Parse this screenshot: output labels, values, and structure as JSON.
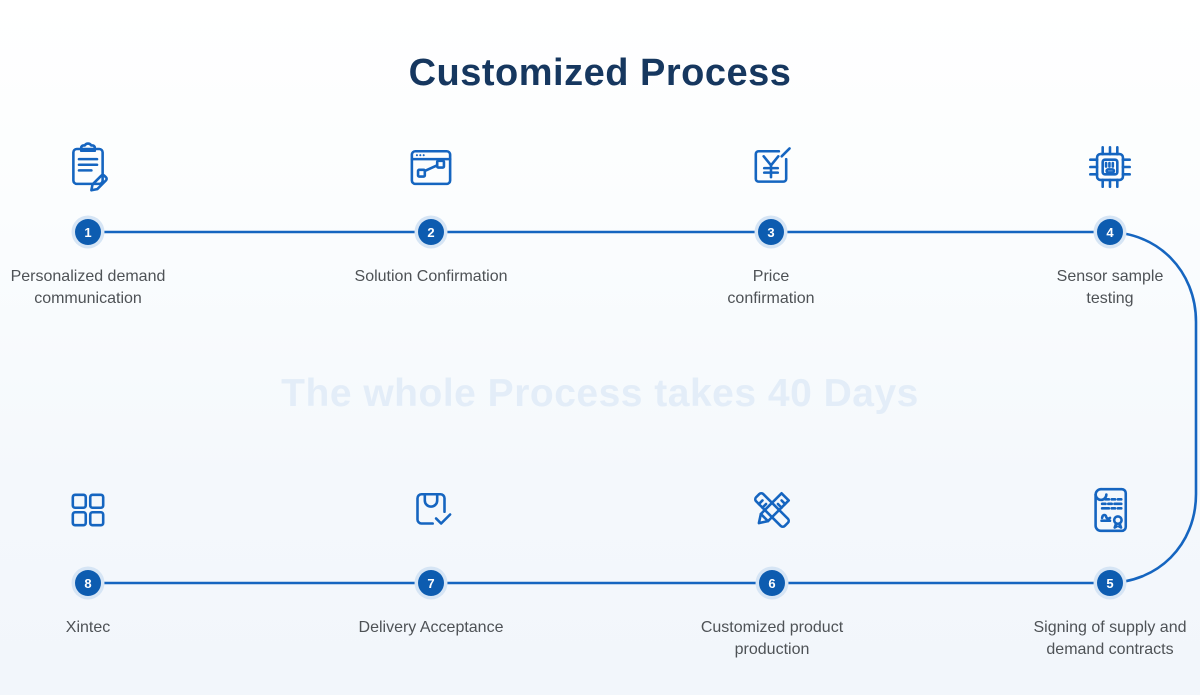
{
  "title": "Customized Process",
  "watermark": "The whole Process takes 40 Days",
  "colors": {
    "accent": "#1565c0",
    "circle": "#0d5cb0",
    "halo": "#d6e5f5",
    "title": "#16375f",
    "label": "#4e5256",
    "watermark": "#e3edf8"
  },
  "steps": [
    {
      "number": "1",
      "icon": "clipboard-edit-icon",
      "lines": [
        "Personalized demand",
        "communication"
      ]
    },
    {
      "number": "2",
      "icon": "browser-trend-icon",
      "lines": [
        "Solution Confirmation"
      ]
    },
    {
      "number": "3",
      "icon": "yuan-price-edit-icon",
      "lines": [
        "Price",
        "confirmation"
      ]
    },
    {
      "number": "4",
      "icon": "sensor-chip-icon",
      "lines": [
        "Sensor sample",
        "testing"
      ]
    },
    {
      "number": "5",
      "icon": "contract-seal-icon",
      "lines": [
        "Signing of supply and",
        "demand contracts"
      ]
    },
    {
      "number": "6",
      "icon": "ruler-pencil-icon",
      "lines": [
        "Customized product",
        "production"
      ]
    },
    {
      "number": "7",
      "icon": "bag-check-icon",
      "lines": [
        "Delivery Acceptance"
      ]
    },
    {
      "number": "8",
      "icon": "grid-squares-icon",
      "lines": [
        "Xintec"
      ]
    }
  ]
}
